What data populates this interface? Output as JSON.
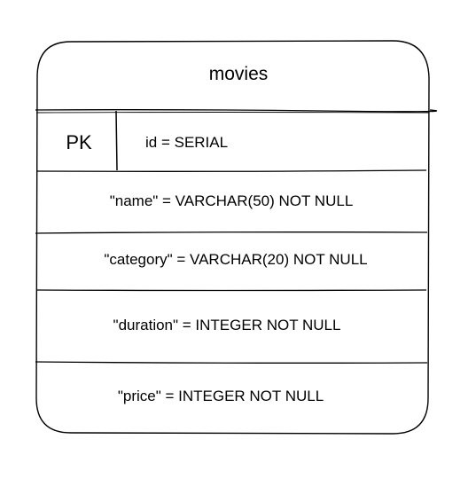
{
  "table": {
    "name": "movies",
    "pk_label": "PK",
    "pk_field": "id = SERIAL",
    "fields": [
      "\"name\" = VARCHAR(50) NOT NULL",
      "\"category\" = VARCHAR(20) NOT NULL",
      "\"duration\" = INTEGER NOT NULL",
      "\"price\" = INTEGER NOT NULL"
    ]
  },
  "colors": {
    "stroke": "#000000",
    "background": "#ffffff"
  }
}
